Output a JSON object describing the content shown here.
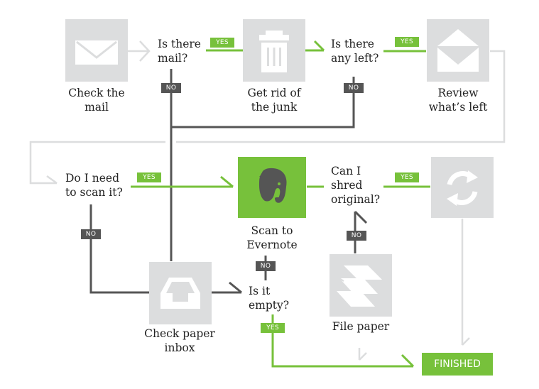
{
  "colors": {
    "accent_green": "#77c13b",
    "no_line": "#555555",
    "light_line": "#dcddde",
    "box_gray": "#dcddde"
  },
  "nodes": {
    "check_mail": {
      "label": "Check the\nmail",
      "icon": "envelope-icon"
    },
    "get_rid_junk": {
      "label": "Get rid of\nthe junk",
      "icon": "trash-icon"
    },
    "review_left": {
      "label": "Review\nwhat’s left",
      "icon": "open-envelope-icon"
    },
    "scan_evernote": {
      "label": "Scan to\nEvernote",
      "icon": "evernote-elephant-icon"
    },
    "recycle": {
      "label": "",
      "icon": "refresh-icon"
    },
    "check_inbox": {
      "label": "Check paper\ninbox",
      "icon": "inbox-tray-icon"
    },
    "file_paper": {
      "label": "File paper",
      "icon": "paper-stack-icon"
    }
  },
  "questions": {
    "is_there_mail": "Is there\nmail?",
    "any_left": "Is there\nany left?",
    "need_scan": "Do I need\nto scan it?",
    "shred_original": "Can I\nshred\noriginal?",
    "is_empty": "Is it\nempty?"
  },
  "tags": {
    "yes": "YES",
    "no": "NO"
  },
  "finished": "FINISHED"
}
